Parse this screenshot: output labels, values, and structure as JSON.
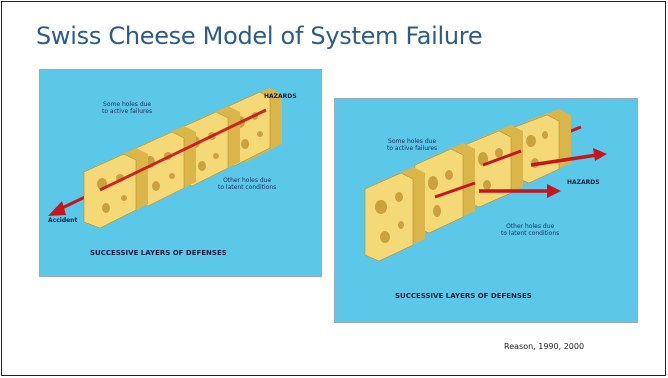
{
  "slide": {
    "title": "Swiss Cheese Model of System Failure",
    "citation": "Reason, 1990, 2000"
  },
  "figure_left": {
    "hazards": "HAZARDS",
    "active_failures_line1": "Some holes due",
    "active_failures_line2": "to active failures",
    "latent_conditions_line1": "Other holes due",
    "latent_conditions_line2": "to latent conditions",
    "accident": "Accident",
    "caption": "SUCCESSIVE LAYERS OF DEFENSES"
  },
  "figure_right": {
    "hazards": "HAZARDS",
    "active_failures_line1": "Some holes due",
    "active_failures_line2": "to active failures",
    "latent_conditions_line1": "Other holes due",
    "latent_conditions_line2": "to latent conditions",
    "caption": "SUCCESSIVE LAYERS OF DEFENSES"
  },
  "colors": {
    "title": "#2b5c8a",
    "background_panel": "#5bc8ea",
    "cheese_face": "#f5d977",
    "cheese_side": "#d9b54a",
    "arrow": "#c8141b"
  }
}
